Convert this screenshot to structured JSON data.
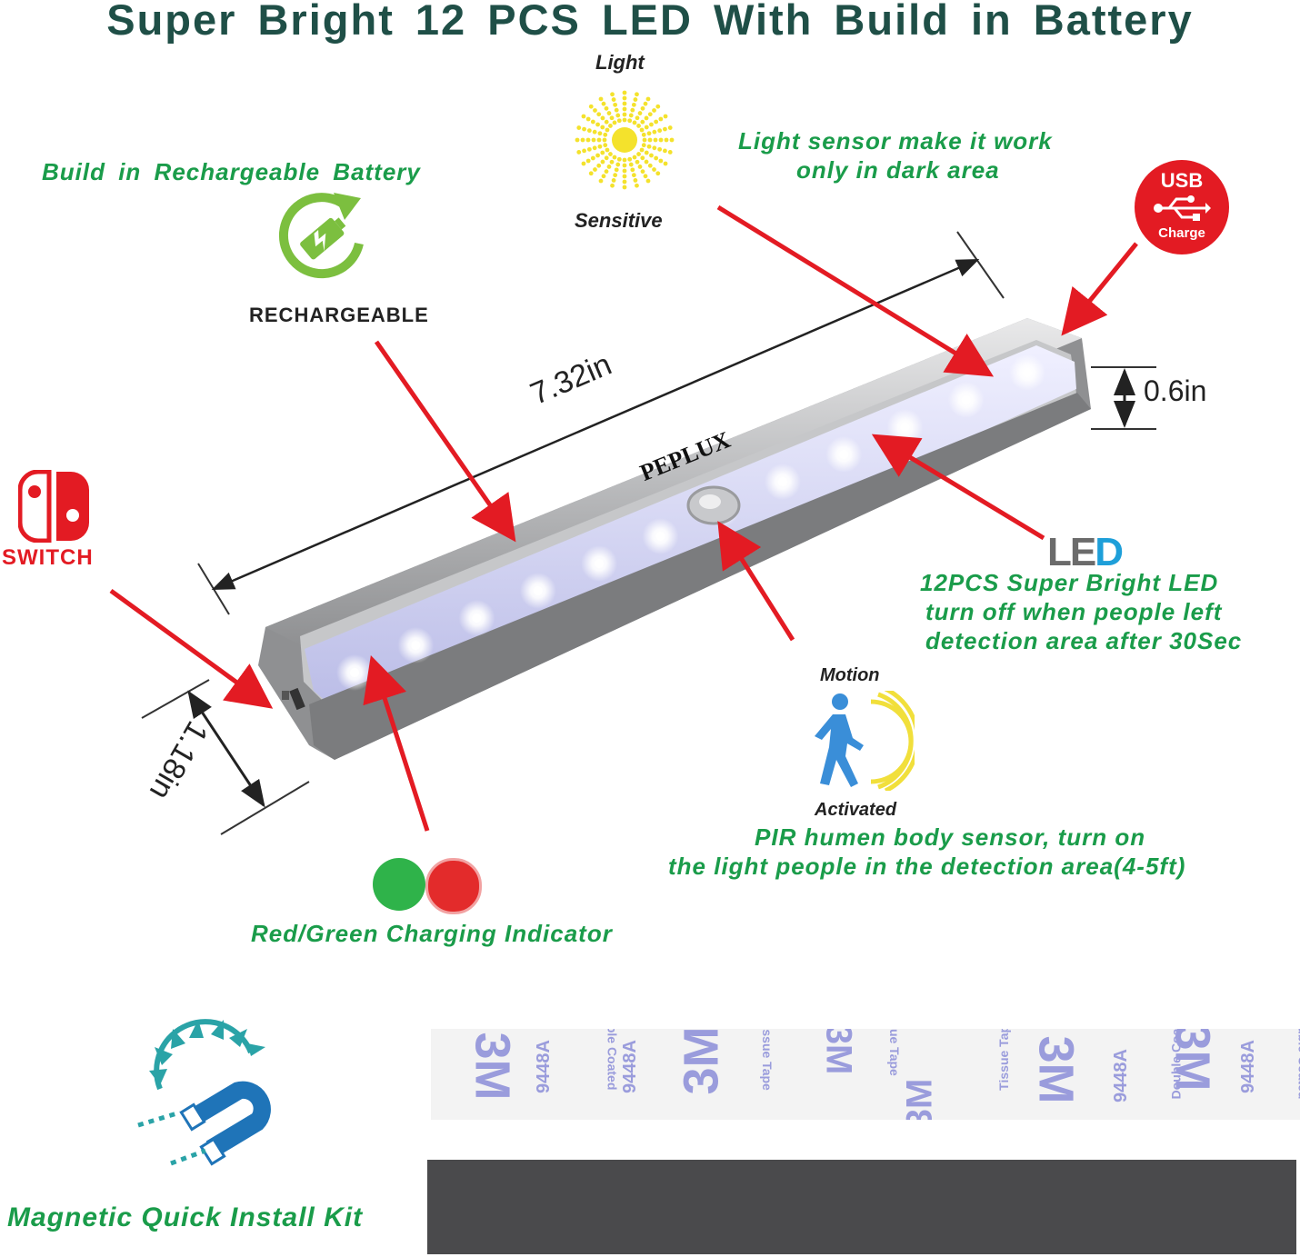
{
  "colors": {
    "title": "#1f4f47",
    "feature_text": "#1a9c4a",
    "arrow": "#e31b23",
    "usb_badge": "#e31b23",
    "switch_icon": "#e31b23",
    "led_gray": "#6b6b6b",
    "led_blue": "#1e9fd9",
    "indicator_green": "#2fb34a",
    "indicator_red": "#e32b2b",
    "magnet_blue": "#1f74b8",
    "magnet_teal": "#2aa3a7",
    "recharge_green": "#7cbf3f",
    "sun_yellow": "#f4e22c",
    "motion_person": "#3a8ed8",
    "motion_waves": "#f1df3b",
    "metal_strip": "#4a4a4c",
    "tape_bg": "#f3f3f3",
    "tape_print": "#9a9cdc"
  },
  "title": "Super Bright 12 PCS LED With Build in Battery",
  "battery": {
    "label": "Build in Rechargeable Battery",
    "icon": "recharge-battery-icon",
    "icon_caption": "RECHARGEABLE"
  },
  "light_sensor": {
    "caption_top": "Light",
    "icon": "sun-icon",
    "caption_bottom": "Sensitive",
    "label_line1": "Light sensor make it work",
    "label_line2": "only in dark area"
  },
  "usb": {
    "icon": "usb-icon",
    "top": "USB",
    "bottom": "Charge"
  },
  "switch": {
    "icon": "switch-toggle-icon",
    "label": "SWITCH"
  },
  "dimensions": {
    "length": "7.32in",
    "height": "0.6in",
    "width": "1.18in"
  },
  "product": {
    "brand": "PEPLUX"
  },
  "led": {
    "logo_part1": "LE",
    "logo_part2": "D",
    "label_line1": "12PCS Super Bright LED",
    "label_line2": "turn off when people left",
    "label_line3": "detection area after 30Sec"
  },
  "motion": {
    "caption_top": "Motion",
    "icon": "walking-person-icon",
    "caption_bottom": "Activated",
    "label_line1": "PIR humen body sensor, turn on",
    "label_line2": "the light people in the detection area(4-5ft)"
  },
  "indicator": {
    "icon": "red-green-dots-icon",
    "label": "Red/Green Charging Indicator"
  },
  "install": {
    "icon": "magnet-icon",
    "label": "Magnetic Quick Install Kit"
  },
  "tape": {
    "brand": "3M",
    "code": "9448A",
    "desc1": "Double Coated",
    "desc2": "Tissue Tape"
  }
}
